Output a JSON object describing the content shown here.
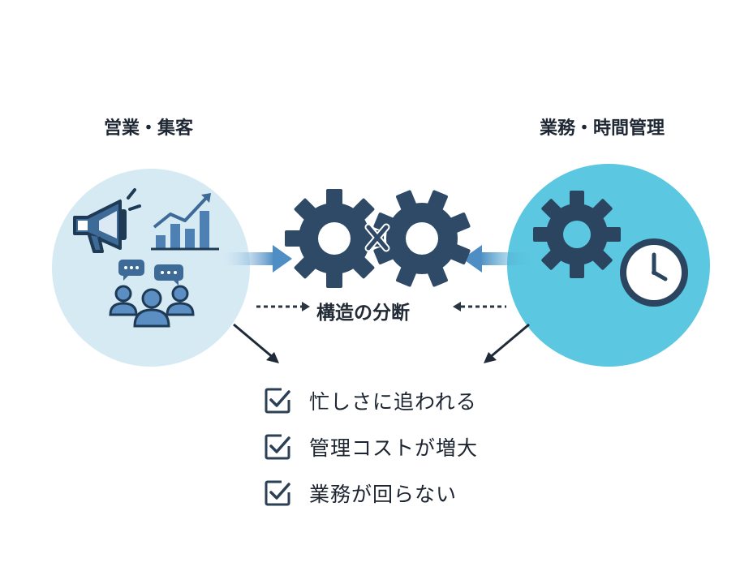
{
  "left_circle": {
    "title": "営業・集客",
    "icons": [
      "megaphone-icon",
      "growth-bar-chart-icon",
      "team-chat-icon"
    ]
  },
  "right_circle": {
    "title": "業務・時間管理",
    "icons": [
      "gear-icon",
      "clock-icon"
    ]
  },
  "center": {
    "label": "構造の分断",
    "icons": [
      "gear-icon",
      "gear-icon",
      "cross-mark-icon"
    ]
  },
  "checklist": [
    {
      "text": "忙しさに追われる",
      "icon": "checkbox-checked-icon"
    },
    {
      "text": "管理コストが増大",
      "icon": "checkbox-checked-icon"
    },
    {
      "text": "業務が回らない",
      "icon": "checkbox-checked-icon"
    }
  ],
  "colors": {
    "left_circle": "#d6eaf4",
    "right_circle": "#5bc7e0",
    "gear": "#2e4a66",
    "accent_blue": "#4f80b3",
    "text": "#1e2733"
  }
}
